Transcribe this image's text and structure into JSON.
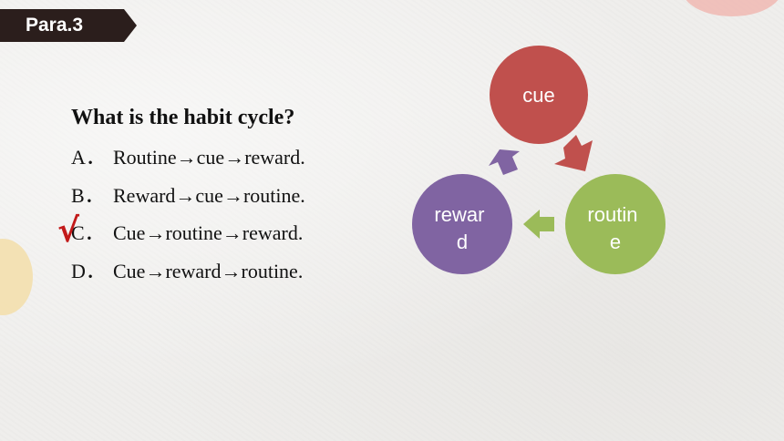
{
  "badge": {
    "label": "Para.3"
  },
  "question": "What is the habit cycle?",
  "options": [
    {
      "letter": "A．",
      "text": "Routine→cue→reward."
    },
    {
      "letter": "B．",
      "text": "Reward→cue→routine."
    },
    {
      "letter": "C．",
      "text": "Cue→routine→reward."
    },
    {
      "letter": "D．",
      "text": "Cue→reward→routine."
    }
  ],
  "answer_mark": "√",
  "cycle": {
    "nodes": [
      {
        "label_lines": [
          "cue"
        ],
        "color": "#c0504d"
      },
      {
        "label_lines": [
          "routin",
          "e"
        ],
        "color": "#9bbb59"
      },
      {
        "label_lines": [
          "rewar",
          "d"
        ],
        "color": "#8064a2"
      }
    ]
  }
}
